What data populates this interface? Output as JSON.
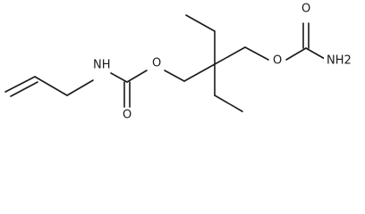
{
  "structure": {
    "atoms": {
      "nh": {
        "element": "N",
        "label": "NH"
      },
      "o_carbonyl_left": {
        "element": "O",
        "label": "O"
      },
      "o_ester_left": {
        "element": "O",
        "label": "O"
      },
      "o_ester_right": {
        "element": "O",
        "label": "O"
      },
      "o_carbonyl_right": {
        "element": "O",
        "label": "O"
      },
      "nh2": {
        "element": "N",
        "label": "NH2"
      }
    },
    "colors": {
      "bond": "#1a1a1a",
      "text": "#1a1a1a",
      "background": "#ffffff"
    }
  }
}
